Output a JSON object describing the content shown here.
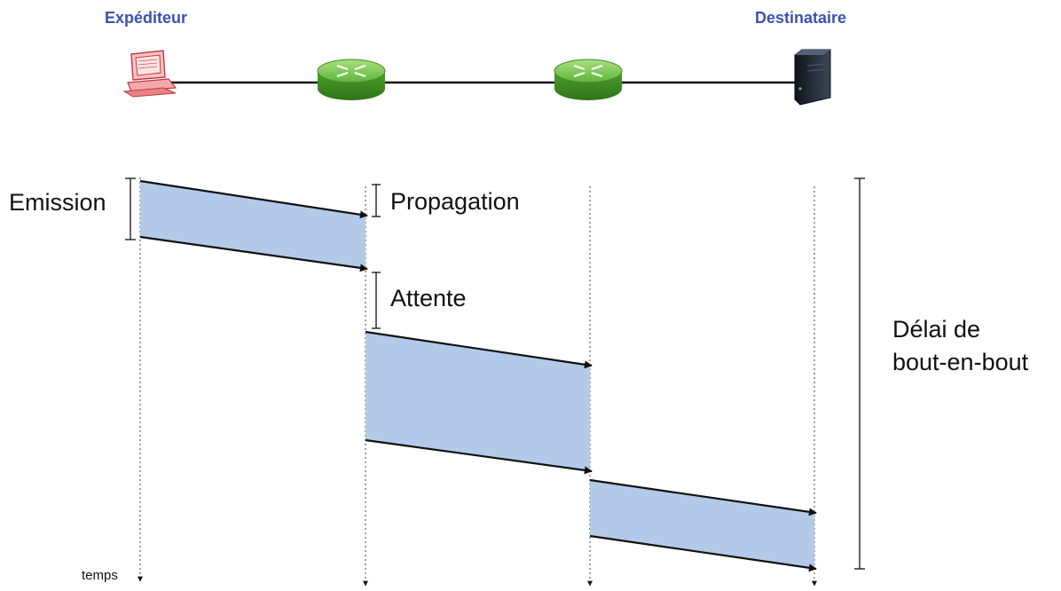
{
  "nodes": {
    "sender": "Expéditeur",
    "receiver": "Destinataire"
  },
  "labels": {
    "emission": "Emission",
    "propagation": "Propagation",
    "attente": "Attente",
    "delay_line1": "Délai de",
    "delay_line2": "bout-en-bout",
    "time_axis": "temps"
  },
  "colors": {
    "accent_text": "#3a52b0",
    "packet_fill": "#b3c9e8",
    "router_green": "#6cc24a",
    "computer_pink": "#e7898c",
    "server_dark": "#1f2530"
  },
  "icons": [
    "computer-icon",
    "router-icon",
    "router-icon",
    "server-icon"
  ]
}
